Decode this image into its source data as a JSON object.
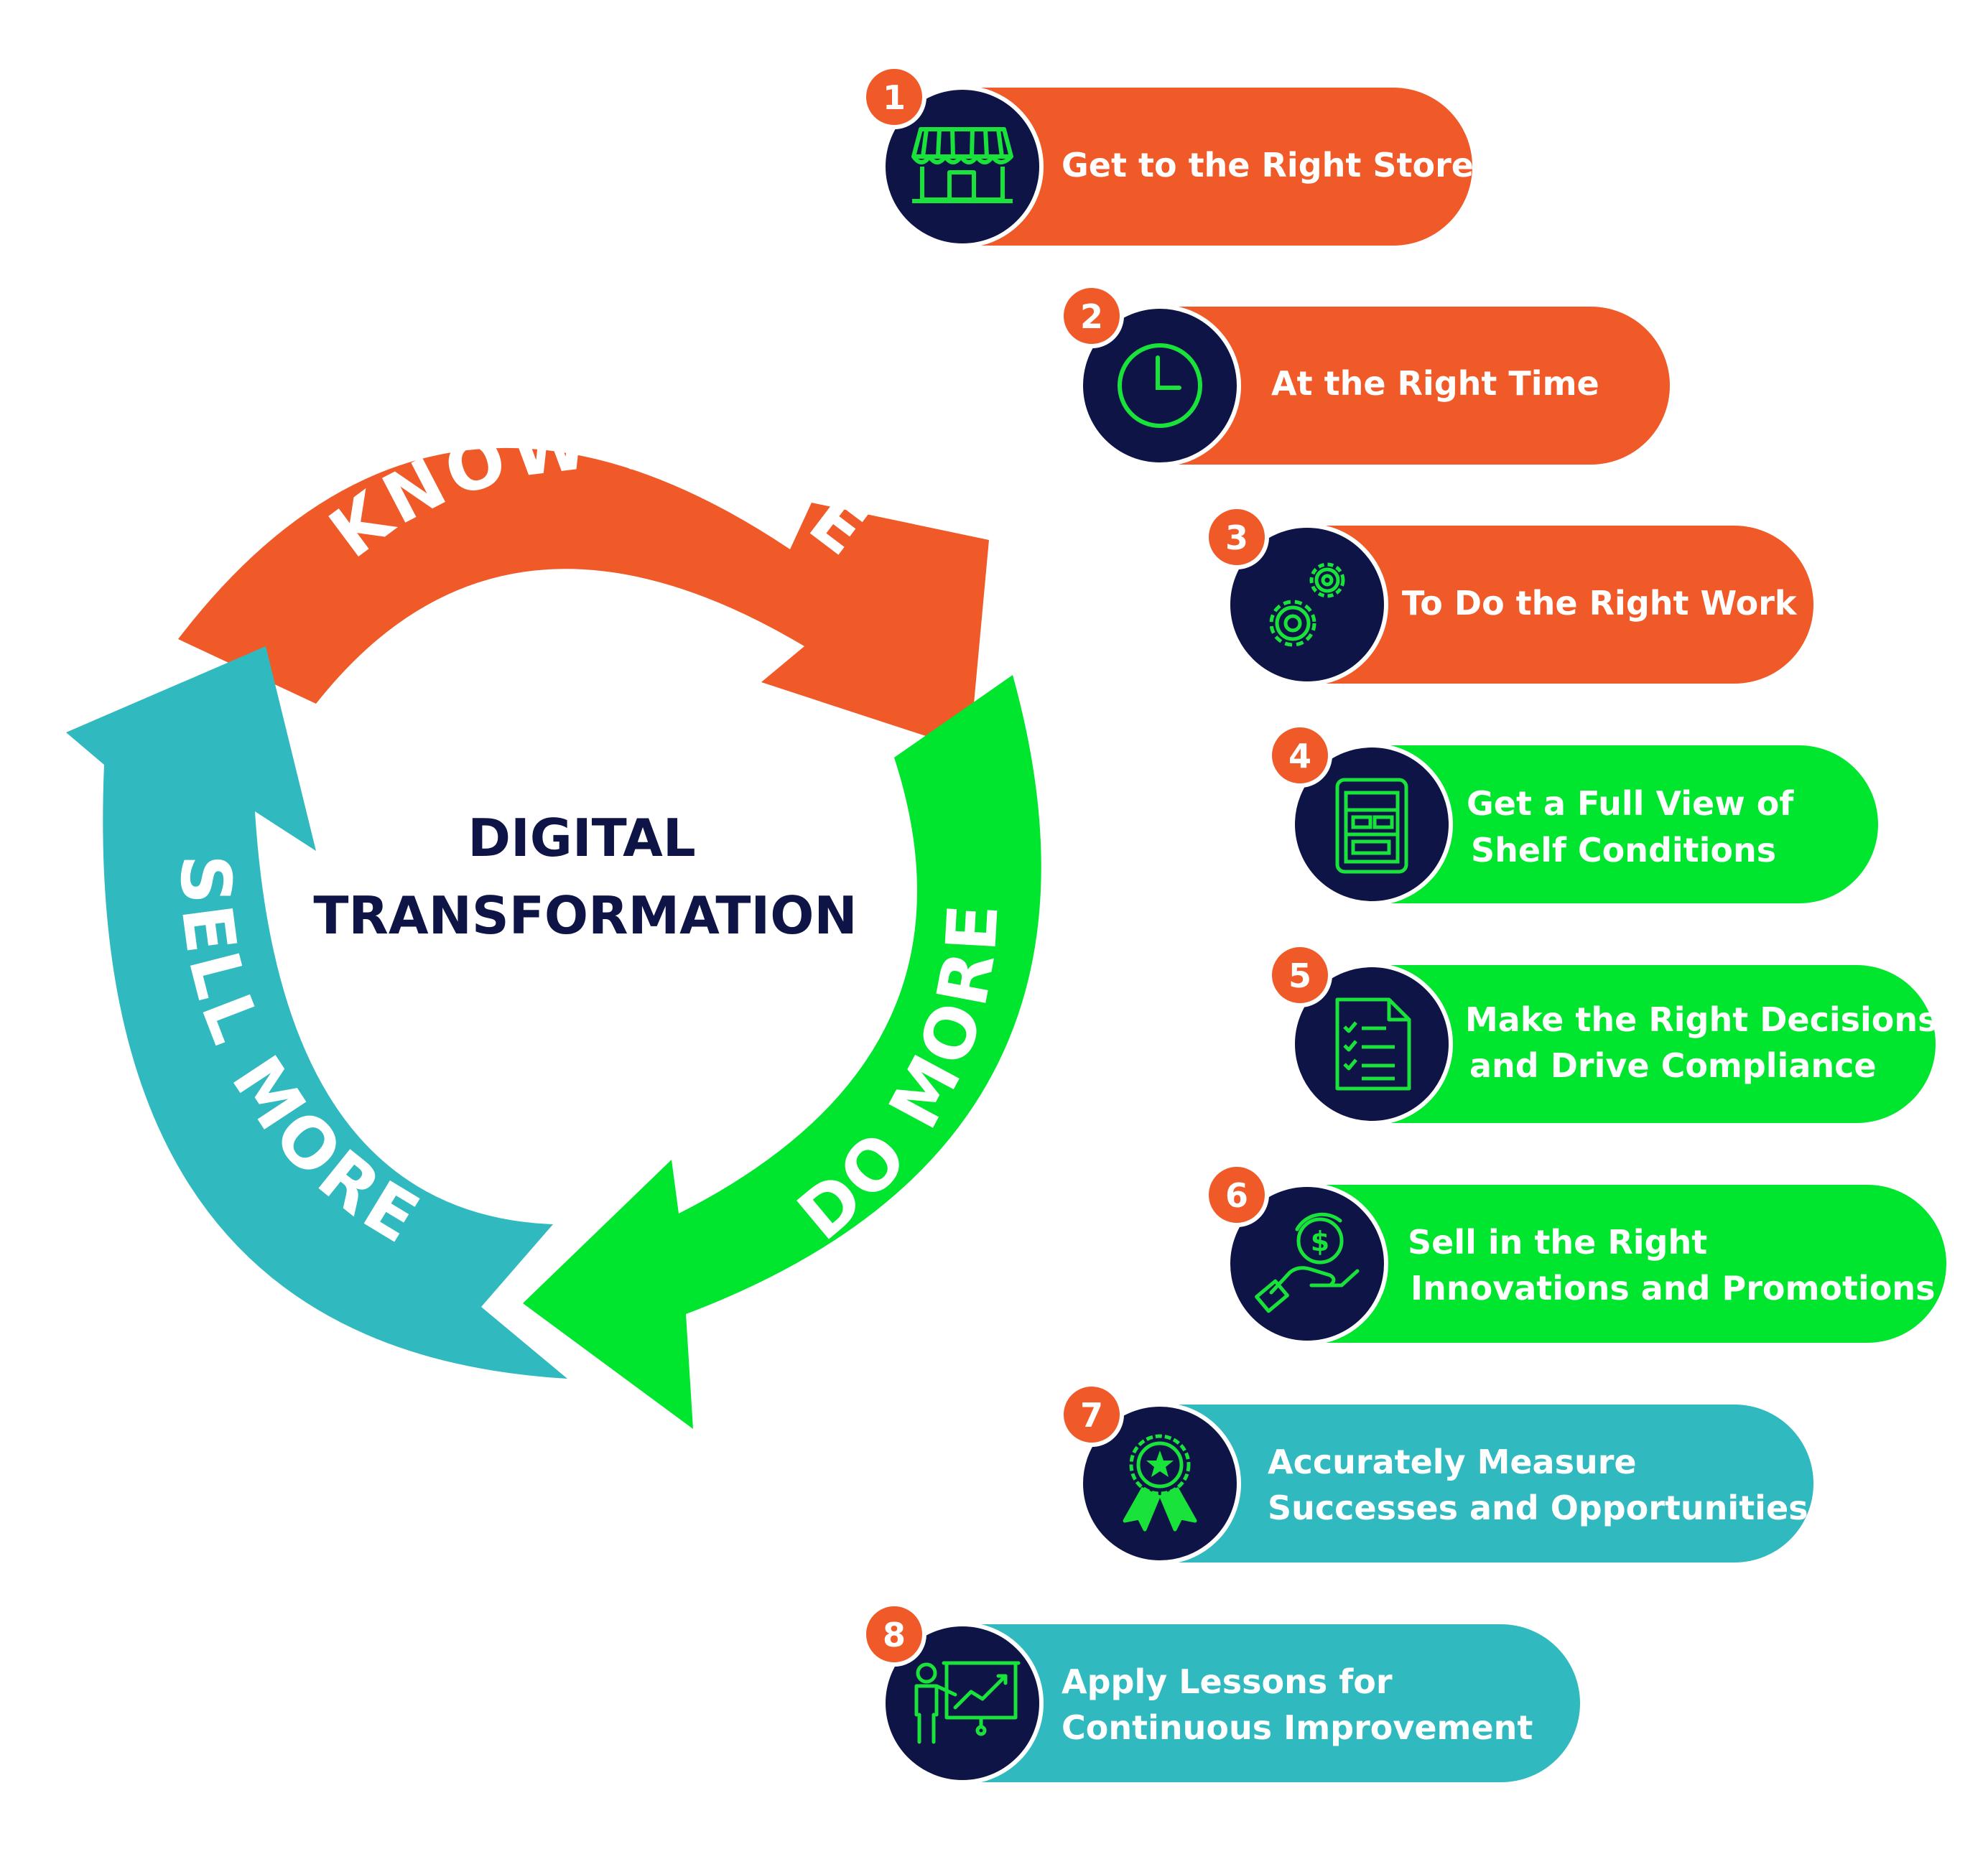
{
  "diagram": {
    "center_title_line1": "DIGITAL",
    "center_title_line2": "TRANSFORMATION",
    "cycle": [
      {
        "label": "KNOW MORE",
        "color": "#f05a28"
      },
      {
        "label": "DO MORE",
        "color": "#00e52d"
      },
      {
        "label": "SELL MORE",
        "color": "#30b9bf"
      }
    ],
    "colors": {
      "navy": "#0e1446",
      "icon_green": "#19e23a",
      "badge": "#f05a28"
    },
    "steps": [
      {
        "number": "1",
        "line1": "Get to the Right Store",
        "line2": "",
        "color": "#f05a28",
        "icon": "store-icon"
      },
      {
        "number": "2",
        "line1": "At the Right Time",
        "line2": "",
        "color": "#f05a28",
        "icon": "clock-icon"
      },
      {
        "number": "3",
        "line1": "To Do the Right Work",
        "line2": "",
        "color": "#f05a28",
        "icon": "gears-icon"
      },
      {
        "number": "4",
        "line1": "Get a Full View of",
        "line2": "Shelf Conditions",
        "color": "#00e52d",
        "icon": "tablet-icon"
      },
      {
        "number": "5",
        "line1": "Make the Right Decisions",
        "line2": "and Drive Compliance",
        "color": "#00e52d",
        "icon": "checklist-icon"
      },
      {
        "number": "6",
        "line1": "Sell in the Right",
        "line2": "Innovations and Promotions",
        "color": "#00e52d",
        "icon": "hand-coin-icon"
      },
      {
        "number": "7",
        "line1": "Accurately Measure",
        "line2": "Successes and Opportunities",
        "color": "#30b9bf",
        "icon": "award-icon"
      },
      {
        "number": "8",
        "line1": "Apply Lessons for",
        "line2": "Continuous Improvement",
        "color": "#30b9bf",
        "icon": "presentation-icon"
      }
    ]
  }
}
